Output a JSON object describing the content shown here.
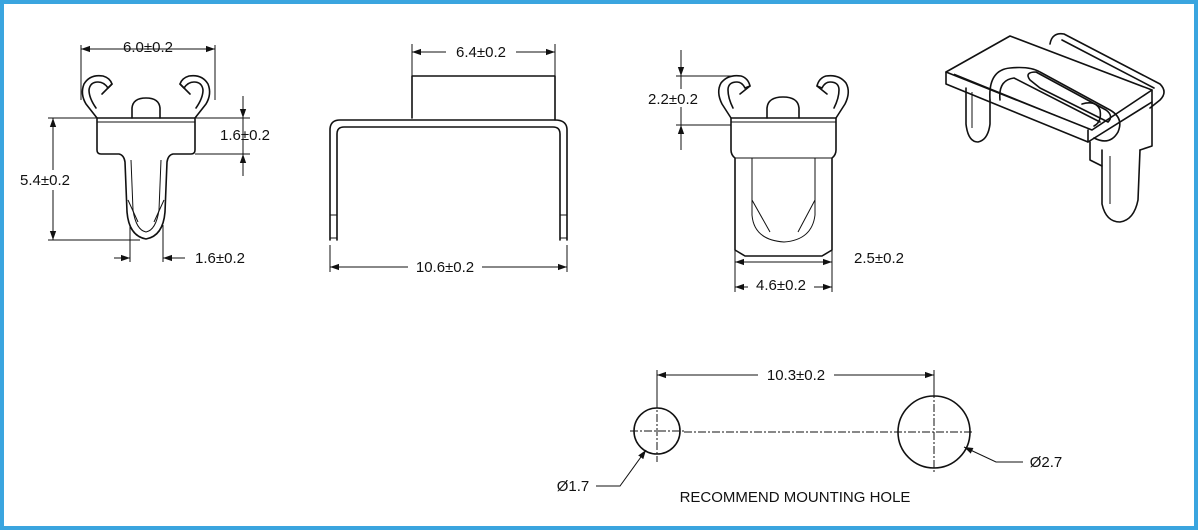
{
  "dimensions": {
    "front_width": "6.0±0.2",
    "front_height": "5.4±0.2",
    "front_step": "1.6±0.2",
    "front_tip": "1.6±0.2",
    "side_top": "6.4±0.2",
    "side_length": "10.6±0.2",
    "end_clip_height": "2.2±0.2",
    "end_width": "4.6±0.2",
    "end_leg": "2.5±0.2",
    "hole_spacing": "10.3±0.2",
    "hole_small": "Ø1.7",
    "hole_large": "Ø2.7"
  },
  "caption": "RECOMMEND MOUNTING HOLE",
  "colors": {
    "border": "#3aa5df",
    "line": "#111111",
    "background": "#ffffff"
  }
}
